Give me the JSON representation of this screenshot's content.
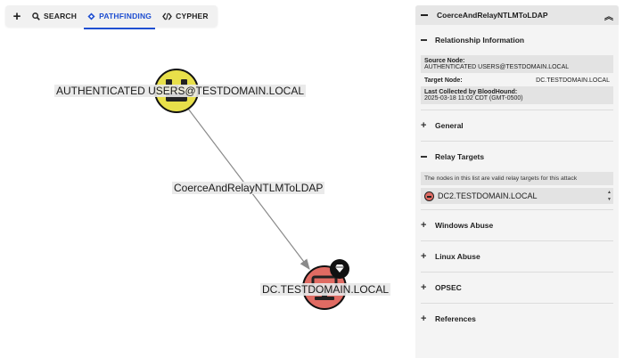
{
  "toolbar": {
    "add_label": "+",
    "tabs": [
      {
        "label": "SEARCH",
        "icon": "search-icon",
        "active": false
      },
      {
        "label": "PATHFINDING",
        "icon": "pathfinding-diamond-icon",
        "active": true
      },
      {
        "label": "CYPHER",
        "icon": "code-brackets-icon",
        "active": false
      }
    ]
  },
  "graph": {
    "source": {
      "label": "AUTHENTICATED USERS@TESTDOMAIN.LOCAL",
      "icon": "group-icon",
      "color": "#e8e04a"
    },
    "target": {
      "label": "DC.TESTDOMAIN.LOCAL",
      "icon": "computer-icon",
      "color": "#e06b63",
      "badge_icon": "gem-icon"
    },
    "edge": {
      "label": "CoerceAndRelayNTLMToLDAP"
    }
  },
  "panel": {
    "title": "CoerceAndRelayNTLMToLDAP",
    "sections": {
      "relationship_information": {
        "title": "Relationship Information",
        "source_node_label": "Source Node:",
        "source_node_value": "AUTHENTICATED USERS@TESTDOMAIN.LOCAL",
        "target_node_label": "Target Node:",
        "target_node_value": "DC.TESTDOMAIN.LOCAL",
        "last_collected_label": "Last Collected by BloodHound:",
        "last_collected_value": "2025-03-18 11:02 CDT (GMT-0500)"
      },
      "general": {
        "title": "General"
      },
      "relay_targets": {
        "title": "Relay Targets",
        "note": "The nodes in this list are valid relay targets for this attack",
        "items": [
          "DC2.TESTDOMAIN.LOCAL"
        ]
      },
      "windows_abuse": {
        "title": "Windows Abuse"
      },
      "linux_abuse": {
        "title": "Linux Abuse"
      },
      "opsec": {
        "title": "OPSEC"
      },
      "references": {
        "title": "References"
      }
    }
  }
}
